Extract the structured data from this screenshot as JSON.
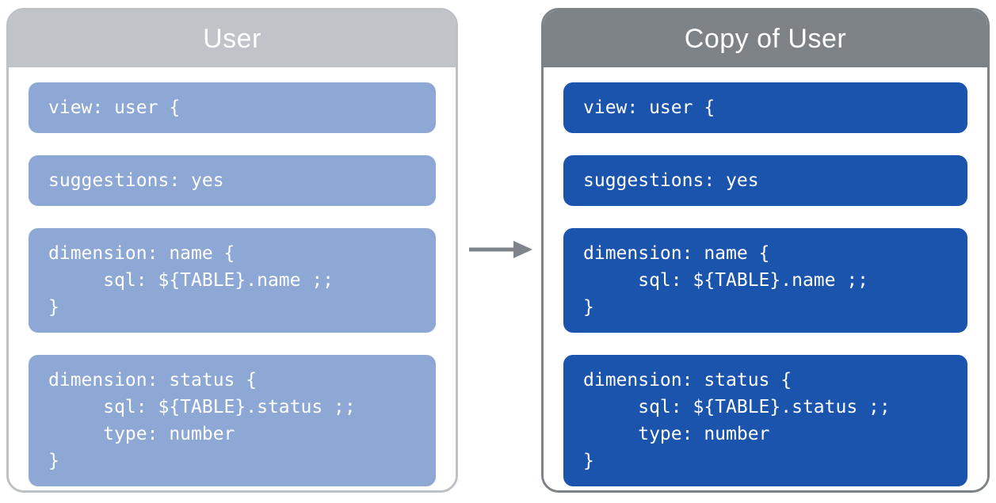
{
  "panels": [
    {
      "title": "User",
      "header_bg": "#c0c3c7",
      "border_color": "#bdc1c5",
      "block_bg": "#8ea8d5",
      "text_color": "#ffffff",
      "blocks": [
        "view: user {",
        "suggestions: yes",
        "dimension: name {\n     sql: ${TABLE}.name ;;\n}",
        "dimension: status {\n     sql: ${TABLE}.status ;;\n     type: number\n}"
      ]
    },
    {
      "title": "Copy of User",
      "header_bg": "#7d8287",
      "border_color": "#7d8287",
      "block_bg": "#1b54ac",
      "text_color": "#ffffff",
      "blocks": [
        "view: user {",
        "suggestions: yes",
        "dimension: name {\n     sql: ${TABLE}.name ;;\n}",
        "dimension: status {\n     sql: ${TABLE}.status ;;\n     type: number\n}"
      ]
    }
  ],
  "arrow": {
    "name": "copy-direction-arrow",
    "color": "#7f848a"
  }
}
